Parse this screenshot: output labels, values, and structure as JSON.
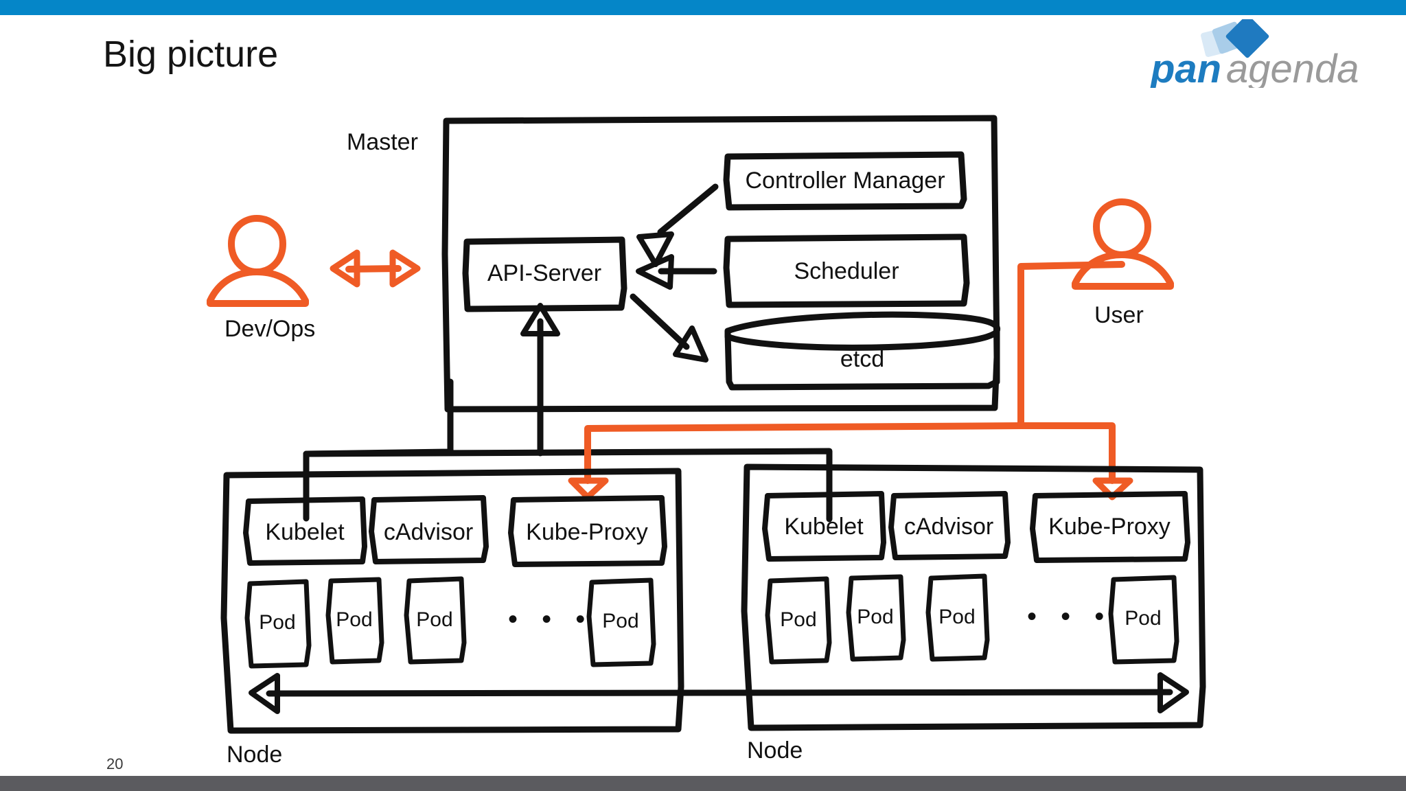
{
  "slide": {
    "title": "Big picture",
    "page_number": "20",
    "accent_blue": "#0586c8",
    "accent_grey": "#5b5b5f",
    "accent_orange": "#ef5b25",
    "ink_black": "#111111"
  },
  "logo": {
    "brand_bold": "pan",
    "brand_light": "agenda",
    "blue_dark": "#1a6eb5",
    "blue_mid": "#2f86c8",
    "blue_light": "#bcd9ef",
    "grey": "#9a9a9a"
  },
  "diagram": {
    "master": {
      "label": "Master",
      "components": [
        {
          "name": "api-server",
          "label": "API-Server"
        },
        {
          "name": "controller-manager",
          "label": "Controller Manager"
        },
        {
          "name": "scheduler",
          "label": "Scheduler"
        },
        {
          "name": "etcd",
          "label": "etcd"
        }
      ]
    },
    "actors": [
      {
        "name": "devops",
        "label": "Dev/Ops"
      },
      {
        "name": "user",
        "label": "User"
      }
    ],
    "nodes": [
      {
        "label": "Node",
        "agents": [
          "Kubelet",
          "cAdvisor",
          "Kube-Proxy"
        ],
        "pods": [
          "Pod",
          "Pod",
          "Pod",
          "Pod"
        ],
        "ellipsis": "•  •  •"
      },
      {
        "label": "Node",
        "agents": [
          "Kubelet",
          "cAdvisor",
          "Kube-Proxy"
        ],
        "pods": [
          "Pod",
          "Pod",
          "Pod",
          "Pod"
        ],
        "ellipsis": "•  •  •"
      }
    ]
  }
}
